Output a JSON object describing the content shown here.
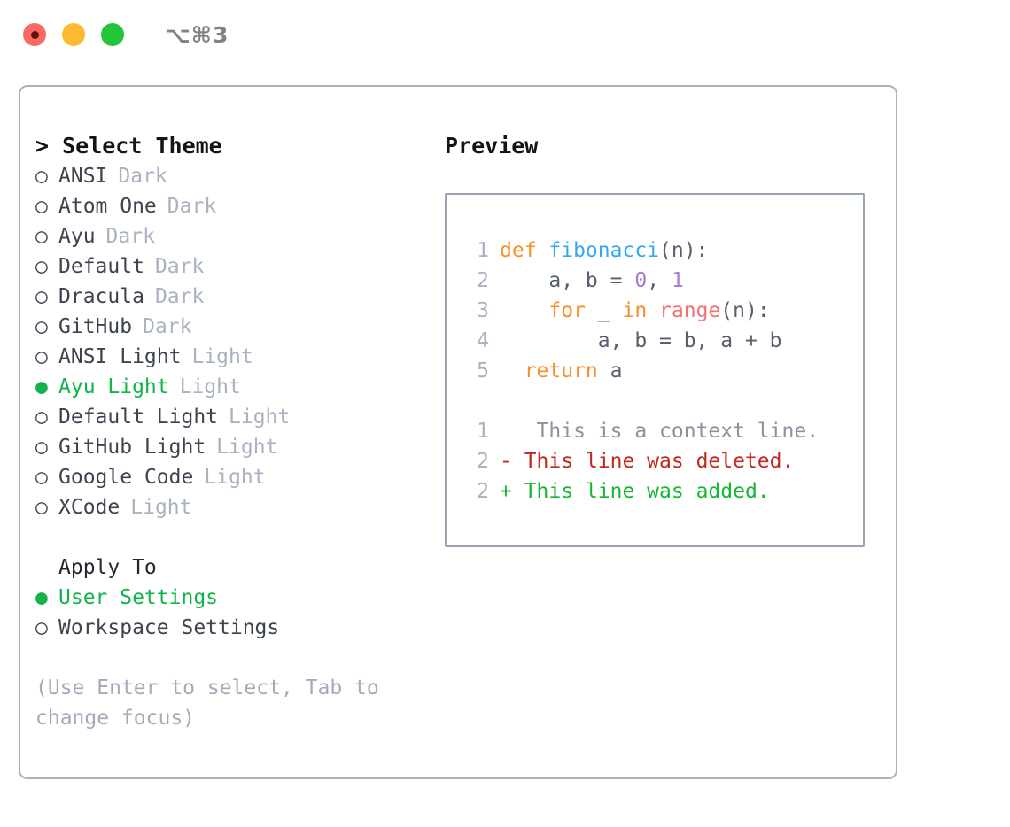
{
  "titlebar": {
    "shortcut": "⌥⌘3",
    "lights": [
      "close-red",
      "minimize-yellow",
      "zoom-green"
    ]
  },
  "left": {
    "heading": "> Select Theme",
    "themes": [
      {
        "bullet": "○",
        "label": "ANSI",
        "badge": "Dark",
        "selected": false
      },
      {
        "bullet": "○",
        "label": "Atom One",
        "badge": "Dark",
        "selected": false
      },
      {
        "bullet": "○",
        "label": "Ayu",
        "badge": "Dark",
        "selected": false
      },
      {
        "bullet": "○",
        "label": "Default",
        "badge": "Dark",
        "selected": false
      },
      {
        "bullet": "○",
        "label": "Dracula",
        "badge": "Dark",
        "selected": false
      },
      {
        "bullet": "○",
        "label": "GitHub",
        "badge": "Dark",
        "selected": false
      },
      {
        "bullet": "○",
        "label": "ANSI Light",
        "badge": "Light",
        "selected": false
      },
      {
        "bullet": "●",
        "label": "Ayu Light",
        "badge": "Light",
        "selected": true
      },
      {
        "bullet": "○",
        "label": "Default Light",
        "badge": "Light",
        "selected": false
      },
      {
        "bullet": "○",
        "label": "GitHub Light",
        "badge": "Light",
        "selected": false
      },
      {
        "bullet": "○",
        "label": "Google Code",
        "badge": "Light",
        "selected": false
      },
      {
        "bullet": "○",
        "label": "XCode",
        "badge": "Light",
        "selected": false
      }
    ],
    "apply_to_heading": "Apply To",
    "apply_to_options": [
      {
        "bullet": "●",
        "label": "User Settings",
        "selected": true
      },
      {
        "bullet": "○",
        "label": "Workspace Settings",
        "selected": false
      }
    ],
    "hint": "(Use Enter to select, Tab to change focus)"
  },
  "right": {
    "heading": "Preview",
    "code_lines": [
      {
        "lineno": "1",
        "tokens": [
          {
            "t": "def ",
            "c": "kw"
          },
          {
            "t": "fibonacci",
            "c": "fn"
          },
          {
            "t": "(n):",
            "c": "punc"
          }
        ]
      },
      {
        "lineno": "2",
        "tokens": [
          {
            "t": "    a, b = ",
            "c": "plain"
          },
          {
            "t": "0",
            "c": "num"
          },
          {
            "t": ", ",
            "c": "plain"
          },
          {
            "t": "1",
            "c": "num"
          }
        ]
      },
      {
        "lineno": "3",
        "tokens": [
          {
            "t": "    for",
            "c": "kw"
          },
          {
            "t": " _ ",
            "c": "plain"
          },
          {
            "t": "in ",
            "c": "kw"
          },
          {
            "t": "range",
            "c": "call"
          },
          {
            "t": "(n):",
            "c": "punc"
          }
        ]
      },
      {
        "lineno": "4",
        "tokens": [
          {
            "t": "        a, b = b, a + b",
            "c": "plain"
          }
        ]
      },
      {
        "lineno": "5",
        "tokens": [
          {
            "t": "  return",
            "c": "kw"
          },
          {
            "t": " a",
            "c": "plain"
          }
        ]
      }
    ],
    "diff_lines": [
      {
        "lineno": "1",
        "marker": " ",
        "text": "  This is a context line.",
        "kind": "ctx"
      },
      {
        "lineno": "2",
        "marker": "-",
        "text": " This line was deleted.",
        "kind": "del"
      },
      {
        "lineno": "2",
        "marker": "+",
        "text": " This line was added.",
        "kind": "add"
      }
    ]
  },
  "colors": {
    "accent_green": "#11b34a",
    "muted": "#a9b2c1",
    "border": "#aab3c0",
    "keyword": "#f59029",
    "function": "#36a8ef",
    "number": "#a37acc",
    "call": "#f07171",
    "diff_delete": "#c0291c",
    "diff_add": "#13b832"
  }
}
